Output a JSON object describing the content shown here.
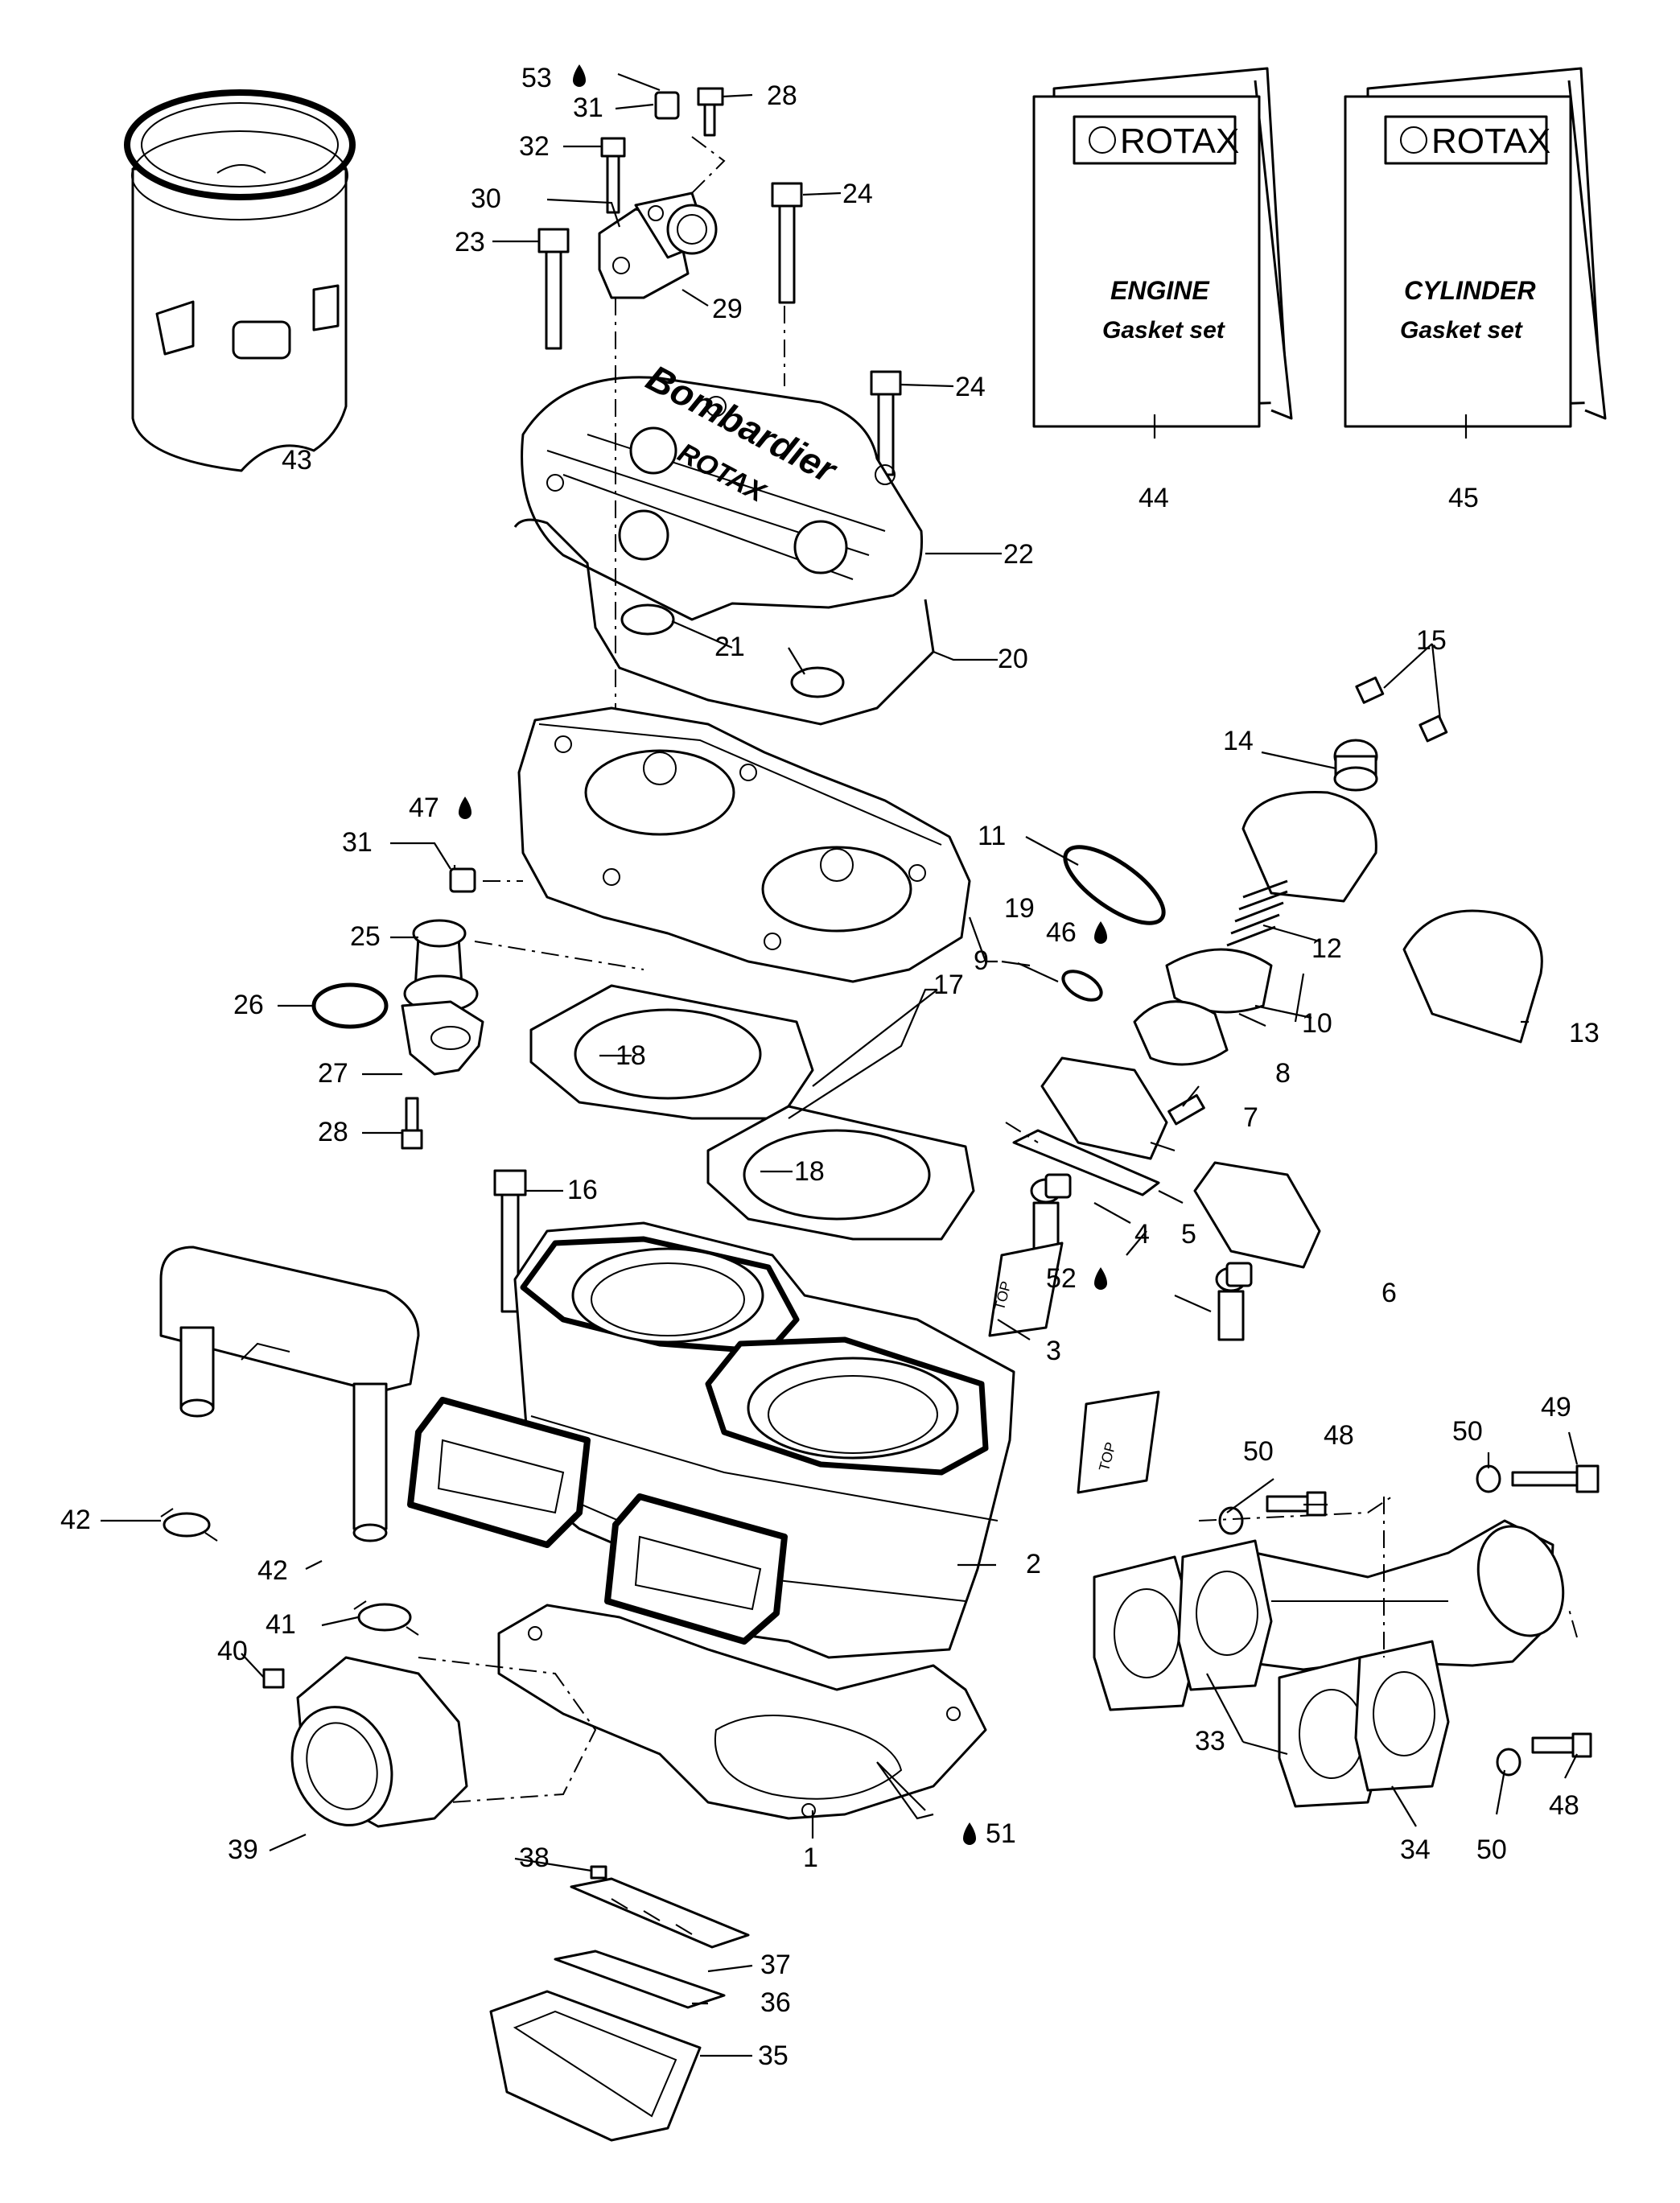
{
  "manuals": [
    {
      "logo": "ROTAX",
      "line1": "ENGINE",
      "line2": "Gasket set",
      "ref": "44"
    },
    {
      "logo": "ROTAX",
      "line1": "CYLINDER",
      "line2": "Gasket set",
      "ref": "45"
    }
  ],
  "head_lettering": {
    "brand": "Bombardier",
    "sub": "ROTAX"
  },
  "piston_mark": "TOP",
  "callouts": {
    "c1": "1",
    "c2": "2",
    "c3": "3",
    "c4": "4",
    "c5": "5",
    "c6": "6",
    "c7": "7",
    "c8": "8",
    "c9": "9",
    "c10": "10",
    "c11": "11",
    "c12": "12",
    "c13": "13",
    "c14": "14",
    "c15": "15",
    "c16": "16",
    "c17": "17",
    "c18a": "18",
    "c18b": "18",
    "c19": "19",
    "c20": "20",
    "c21": "21",
    "c22": "22",
    "c23": "23",
    "c24a": "24",
    "c24b": "24",
    "c25": "25",
    "c26": "26",
    "c27": "27",
    "c28a": "28",
    "c28b": "28",
    "c29": "29",
    "c30": "30",
    "c31a": "31",
    "c31b": "31",
    "c32": "32",
    "c33": "33",
    "c34": "34",
    "c35": "35",
    "c36": "36",
    "c37": "37",
    "c38": "38",
    "c39": "39",
    "c40": "40",
    "c41": "41",
    "c42a": "42",
    "c42b": "42",
    "c43": "43",
    "c46": "46",
    "c47": "47",
    "c48a": "48",
    "c48b": "48",
    "c49": "49",
    "c50a": "50",
    "c50b": "50",
    "c50c": "50",
    "c51": "51",
    "c52": "52",
    "c53": "53"
  },
  "icons": {
    "lubricant": "oil-drop-icon"
  }
}
